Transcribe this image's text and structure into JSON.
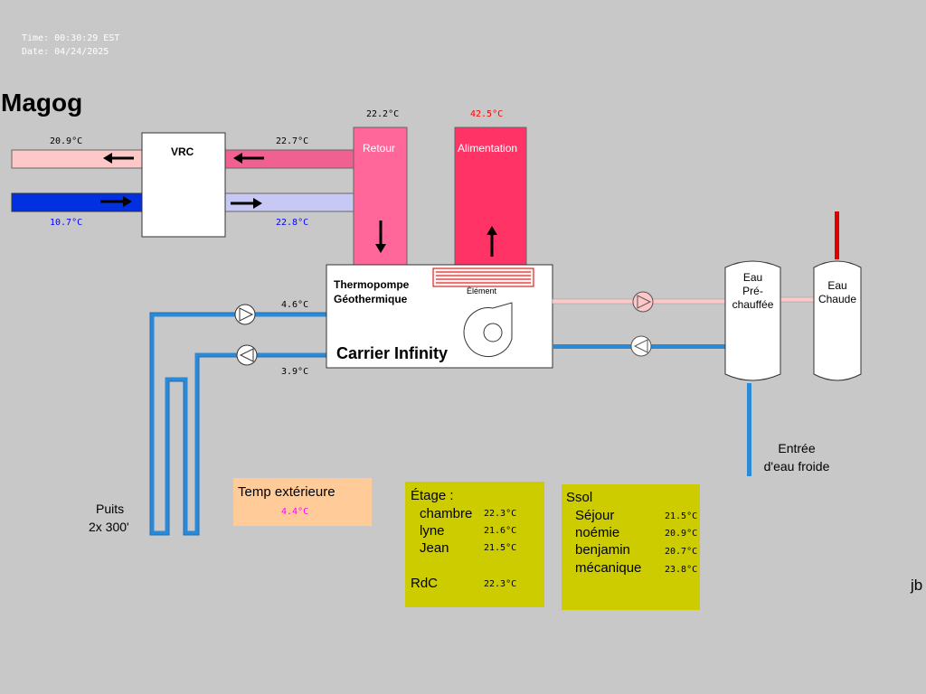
{
  "header": {
    "time": "Time: 00:30:29 EST",
    "date": "Date: 04/24/2025",
    "location": "Magog"
  },
  "vrc": {
    "label": "VRC",
    "out_exhaust_temp": "20.9°C",
    "return_in_temp": "22.7°C",
    "fresh_in_temp": "10.7°C",
    "supply_out_temp": "22.8°C"
  },
  "ducts": {
    "retour_label": "Retour",
    "retour_temp": "22.2°C",
    "alimentation_label": "Alimentation",
    "alimentation_temp": "42.5°C"
  },
  "heat_pump": {
    "title_line1": "Thermopompe",
    "title_line2": "Géothermique",
    "element_label": "Élément",
    "brand": "Carrier Infinity",
    "loop_out_temp": "4.6°C",
    "loop_in_temp": "3.9°C"
  },
  "wells": {
    "label_line1": "Puits",
    "label_line2": "2x 300'"
  },
  "tanks": {
    "preheat_line1": "Eau",
    "preheat_line2": "Pré-",
    "preheat_line3": "chauffée",
    "hot_line1": "Eau",
    "hot_line2": "Chaude",
    "cold_line1": "Entrée",
    "cold_line2": "d'eau froide"
  },
  "outdoor": {
    "label": "Temp extérieure",
    "value": "4.4°C"
  },
  "etage": {
    "title": "Étage :",
    "rooms": [
      {
        "name": "chambre",
        "temp": "22.3°C"
      },
      {
        "name": "lyne",
        "temp": "21.6°C"
      },
      {
        "name": "Jean",
        "temp": "21.5°C"
      }
    ],
    "rdc_label": "RdC",
    "rdc_temp": "22.3°C"
  },
  "ssol": {
    "title": "Ssol",
    "rooms": [
      {
        "name": "Séjour",
        "temp": "21.5°C"
      },
      {
        "name": "noémie",
        "temp": "20.9°C"
      },
      {
        "name": "benjamin",
        "temp": "20.7°C"
      },
      {
        "name": "mécanique",
        "temp": "23.8°C"
      }
    ]
  },
  "signature": "jb",
  "colors": {
    "background": "#c8c8c8",
    "exhaust_pink": "#ffc8c8",
    "return_pink": "#f06090",
    "supply_lavender": "#c8c8f4",
    "fresh_blue": "#0030e0",
    "retour_duct": "#ff6699",
    "alimentation_duct": "#ff3366",
    "water_blue": "#2a8ad8",
    "hot_red": "#e00000",
    "outdoor_box": "#ffcc99",
    "zone_box": "#cccc00",
    "outdoor_temp_text": "#ff00ff",
    "cold_temp_text": "#0000ff",
    "hot_temp_text": "#ff0000"
  }
}
